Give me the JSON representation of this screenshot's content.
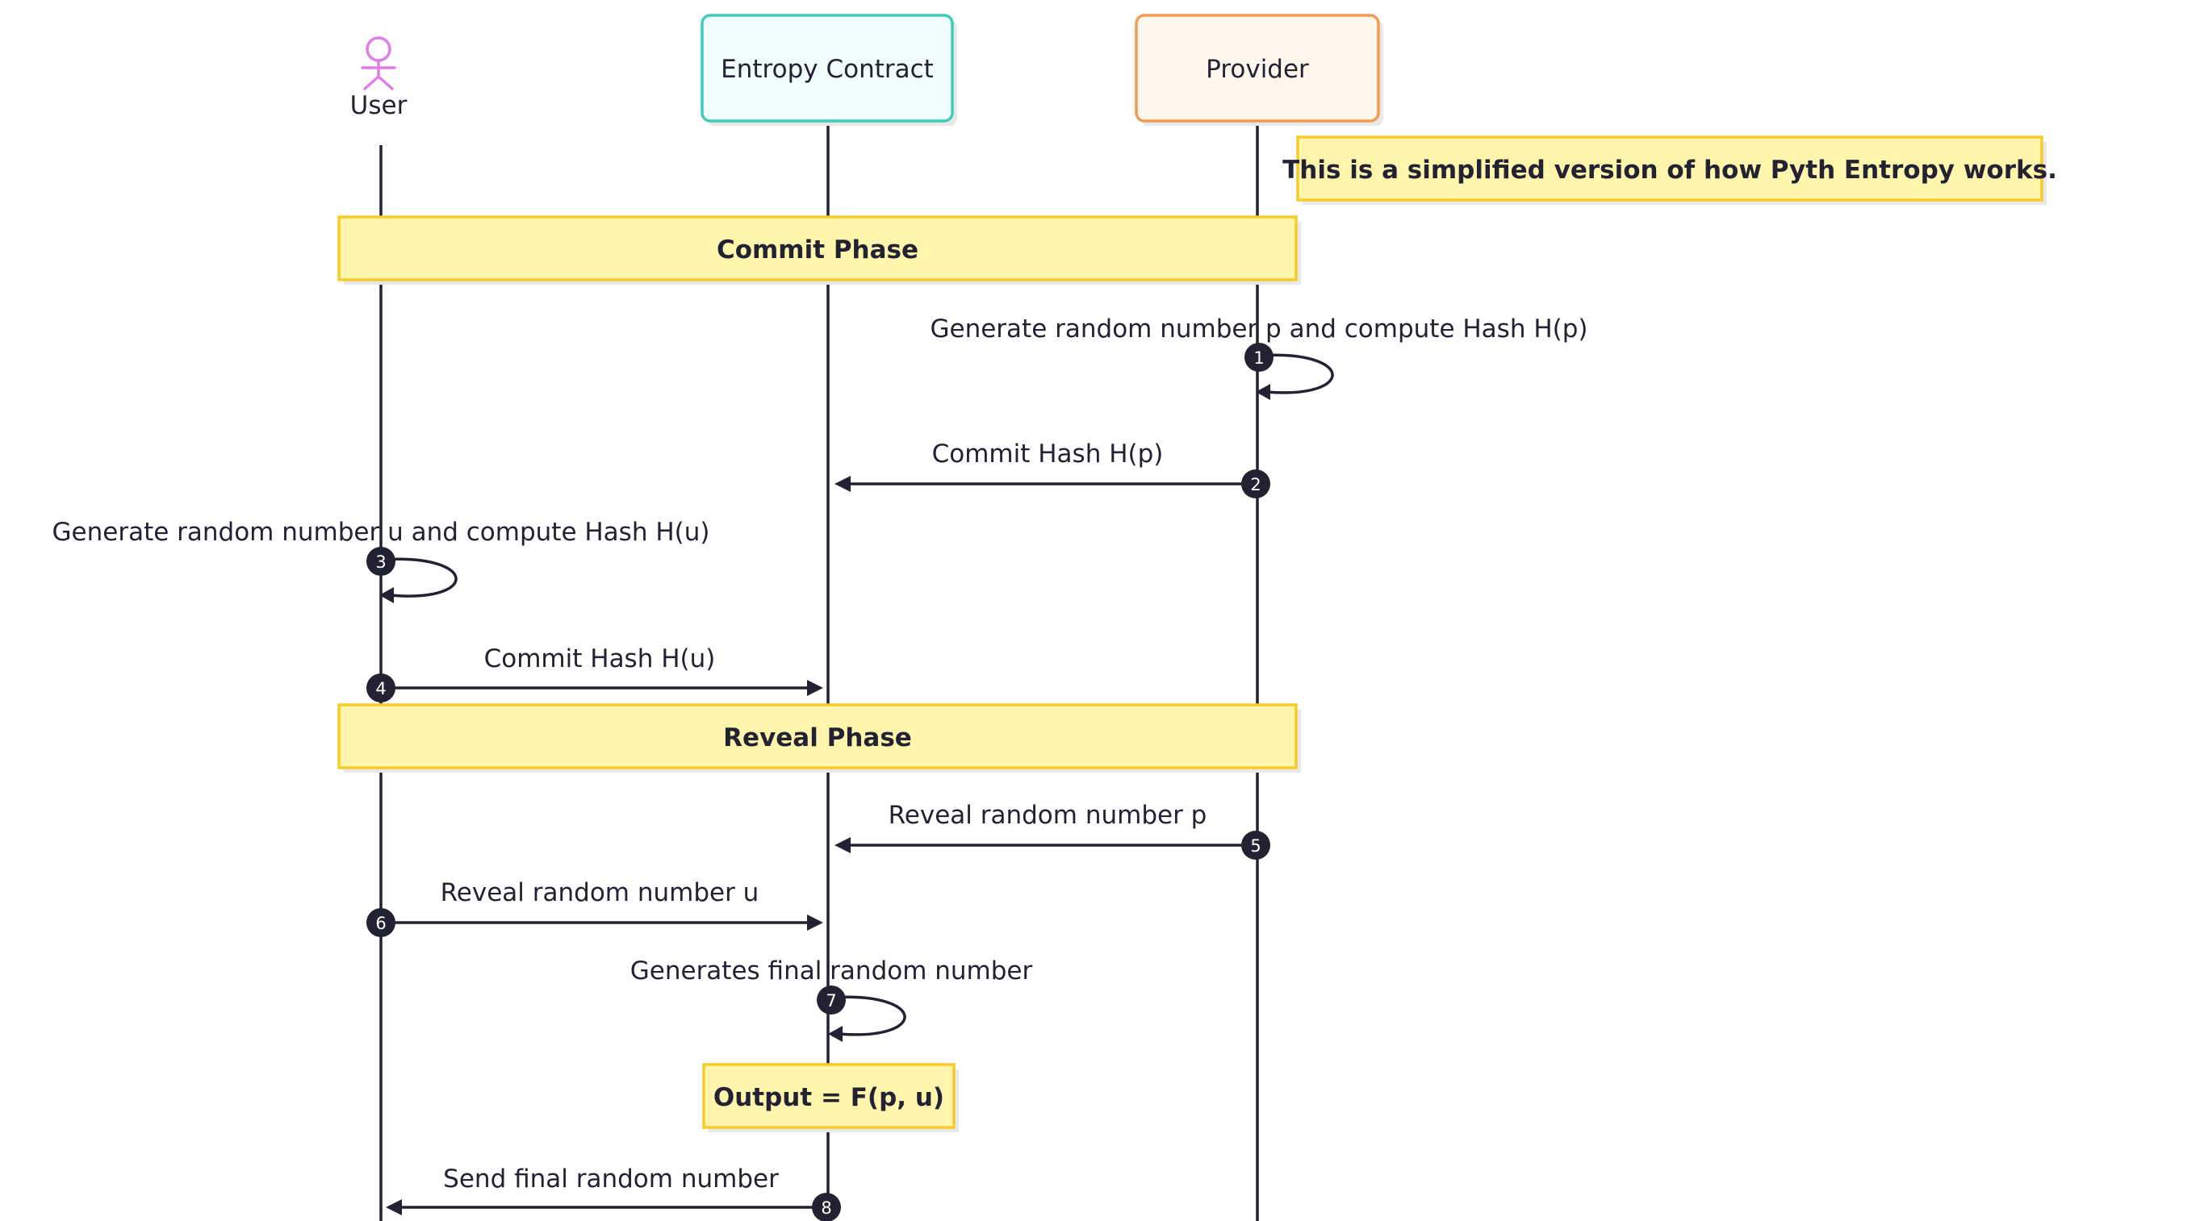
{
  "colors": {
    "line": "#222233",
    "note_fill": "#fff5ad",
    "note_stroke": "#f5cc2a",
    "note_shadow": "#e8e8e8",
    "stick_figure": "#e07ee8",
    "contract_fill": "#f0fdfa",
    "contract_stroke": "#3ecdb8",
    "provider_fill": "#fff6ee",
    "provider_stroke": "#f29b53",
    "badge_fill": "#222233"
  },
  "actors": {
    "user": {
      "label": "User",
      "icon": "stick-figure-icon"
    },
    "contract": {
      "label": "Entropy Contract"
    },
    "provider": {
      "label": "Provider"
    }
  },
  "notes": {
    "simplified": "This is a simplified version of how Pyth Entropy works.",
    "commit_phase": "Commit Phase",
    "reveal_phase": "Reveal Phase",
    "output": "Output = F(p, u)"
  },
  "messages": [
    {
      "number": "1",
      "label": "Generate random number p and compute Hash H(p)"
    },
    {
      "number": "2",
      "label": "Commit Hash H(p)"
    },
    {
      "number": "3",
      "label": "Generate random number u and compute Hash H(u)"
    },
    {
      "number": "4",
      "label": "Commit Hash H(u)"
    },
    {
      "number": "5",
      "label": "Reveal random number p"
    },
    {
      "number": "6",
      "label": "Reveal random number u"
    },
    {
      "number": "7",
      "label": "Generates final random number"
    },
    {
      "number": "8",
      "label": "Send final random number"
    }
  ]
}
